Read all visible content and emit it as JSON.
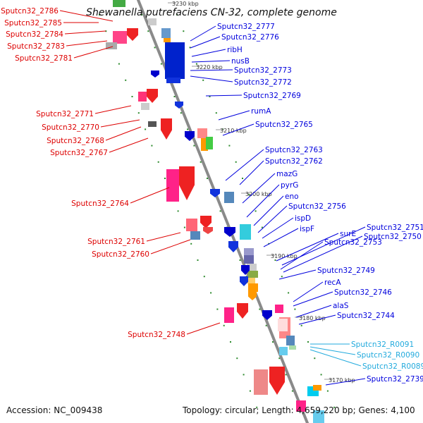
{
  "title": "Shewanella putrefaciens CN-32, complete genome",
  "footer": {
    "accession": "Accession: NC_009438",
    "stats": "Topology: circular; Length: 4,659,220 bp; Genes: 4,100"
  },
  "colors": {
    "backbone": "#8a8a8a",
    "dots": "#2e8b2e",
    "forward_label": "#0000dd",
    "reverse_label": "#dd0000",
    "rna_label": "#22aadd"
  },
  "ticks": [
    {
      "label": "3230 kbp"
    },
    {
      "label": "3220 kbp"
    },
    {
      "label": "3210 kbp"
    },
    {
      "label": "3200 kbp"
    },
    {
      "label": "3190 kbp"
    },
    {
      "label": "3180 kbp"
    },
    {
      "label": "3170 kbp"
    }
  ],
  "left_labels": [
    {
      "text": "Sputcn32_2786"
    },
    {
      "text": "Sputcn32_2785"
    },
    {
      "text": "Sputcn32_2784"
    },
    {
      "text": "Sputcn32_2783"
    },
    {
      "text": "Sputcn32_2781"
    },
    {
      "text": "Sputcn32_2771"
    },
    {
      "text": "Sputcn32_2770"
    },
    {
      "text": "Sputcn32_2768"
    },
    {
      "text": "Sputcn32_2767"
    },
    {
      "text": "Sputcn32_2764"
    },
    {
      "text": "Sputcn32_2761"
    },
    {
      "text": "Sputcn32_2760"
    },
    {
      "text": "Sputcn32_2748"
    }
  ],
  "right_labels": [
    {
      "text": "Sputcn32_2777"
    },
    {
      "text": "Sputcn32_2776"
    },
    {
      "text": "ribH"
    },
    {
      "text": "nusB"
    },
    {
      "text": "Sputcn32_2773"
    },
    {
      "text": "Sputcn32_2772"
    },
    {
      "text": "Sputcn32_2769"
    },
    {
      "text": "rumA"
    },
    {
      "text": "Sputcn32_2765"
    },
    {
      "text": "Sputcn32_2763"
    },
    {
      "text": "Sputcn32_2762"
    },
    {
      "text": "mazG"
    },
    {
      "text": "pyrG"
    },
    {
      "text": "eno"
    },
    {
      "text": "Sputcn32_2756"
    },
    {
      "text": "ispD"
    },
    {
      "text": "ispF"
    },
    {
      "text": "surE"
    },
    {
      "text": "Sputcn32_2751"
    },
    {
      "text": "Sputcn32_2753"
    },
    {
      "text": "Sputcn32_2750"
    },
    {
      "text": "Sputcn32_2749"
    },
    {
      "text": "recA"
    },
    {
      "text": "Sputcn32_2746"
    },
    {
      "text": "alaS"
    },
    {
      "text": "Sputcn32_2744"
    },
    {
      "text": "Sputcn32_R0091"
    },
    {
      "text": "Sputcn32_R0090"
    },
    {
      "text": "Sputcn32_R0089"
    },
    {
      "text": "Sputcn32_2739"
    }
  ]
}
